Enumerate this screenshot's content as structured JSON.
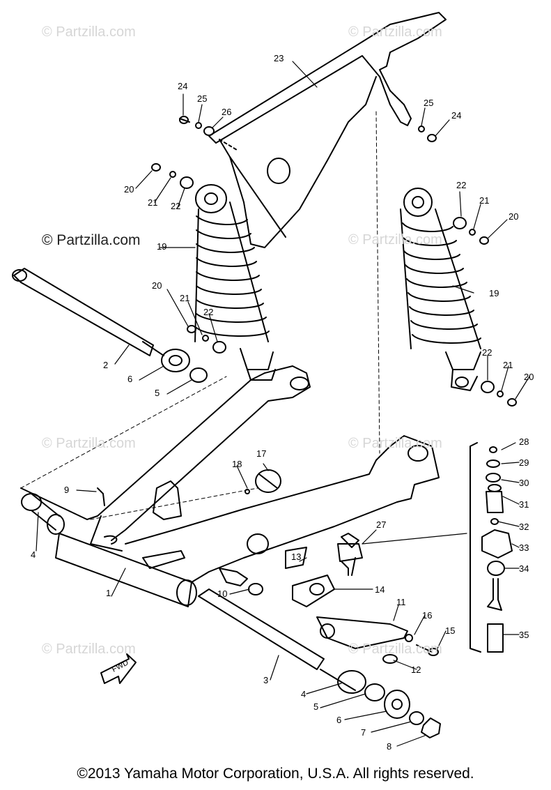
{
  "watermark": "© Partzilla.com",
  "watermark_primary": "© Partzilla.com",
  "copyright": "©2013  Yamaha Motor Corporation, U.S.A. All rights reserved.",
  "fwd_label": "FWD",
  "callouts": [
    "1",
    "2",
    "3",
    "4",
    "4",
    "5",
    "5",
    "6",
    "6",
    "7",
    "8",
    "9",
    "10",
    "11",
    "12",
    "13",
    "14",
    "15",
    "16",
    "17",
    "18",
    "19",
    "19",
    "20",
    "20",
    "20",
    "20",
    "21",
    "21",
    "21",
    "21",
    "22",
    "22",
    "22",
    "22",
    "23",
    "24",
    "24",
    "25",
    "25",
    "26",
    "27",
    "28",
    "29",
    "30",
    "31",
    "32",
    "33",
    "34",
    "35"
  ]
}
